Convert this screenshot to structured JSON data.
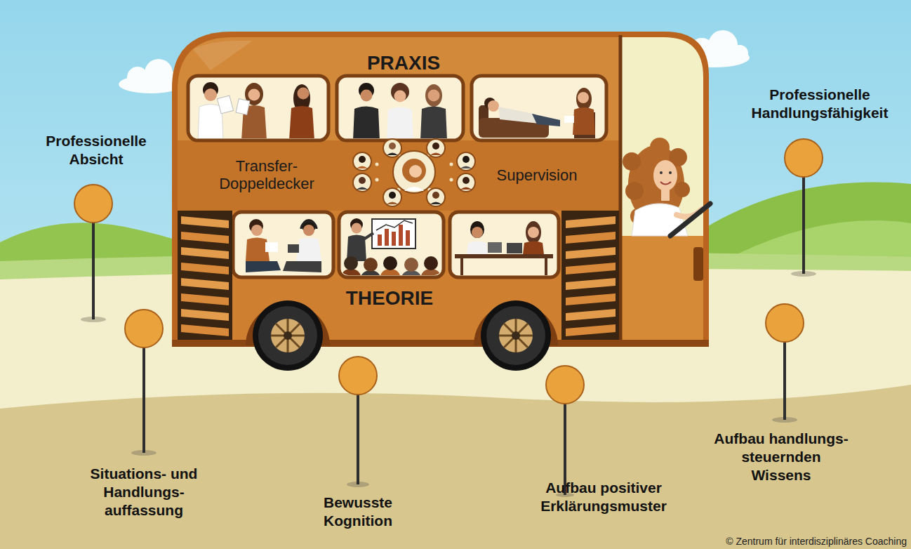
{
  "diagram": {
    "nodes": [
      {
        "text": [
          "Professionelle Absicht"
        ]
      },
      {
        "text": [
          "Situations- und Handlungs- auffassung"
        ]
      },
      {
        "text": [
          "PRAXIS",
          "Transfer- Doppeldecker",
          "Supervision",
          "THEORIE"
        ]
      },
      {
        "text": [
          "Bewusste Kognition"
        ]
      },
      {
        "text": [
          "Aufbau positiver Erklärungsmuster"
        ]
      },
      {
        "text": [
          "Aufbau handlungs- steuernden Wissens"
        ]
      },
      {
        "text": [
          "Professionelle Handlungsfähigkeit"
        ]
      }
    ],
    "labels": [
      "© Zentrum für interdisziplinäres Coaching"
    ]
  }
}
